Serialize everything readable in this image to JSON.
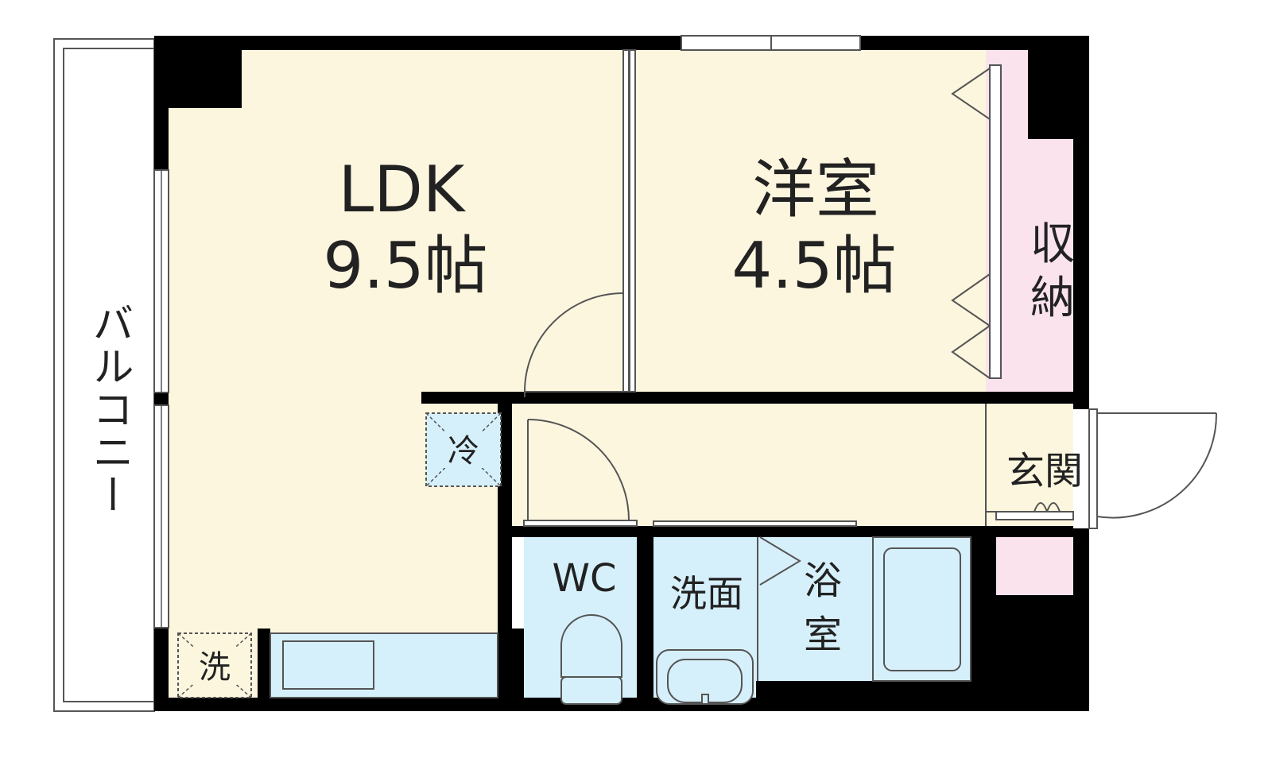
{
  "colors": {
    "wall": "#000000",
    "floor": "#fdf6df",
    "wet_area": "#d6f0fb",
    "storage": "#fbe3ee",
    "line": "#555555"
  },
  "rooms": {
    "ldk": {
      "name": "LDK",
      "size": "9.5帖"
    },
    "western": {
      "name": "洋室",
      "size": "4.5帖"
    },
    "closet": {
      "line1": "収",
      "line2": "納"
    },
    "entrance": {
      "name": "玄関"
    },
    "wc": {
      "name": "WC"
    },
    "washroom": {
      "name": "洗面"
    },
    "bath": {
      "line1": "浴",
      "line2": "室"
    },
    "balcony": {
      "name": "バルコニー"
    }
  },
  "fixtures": {
    "fridge": "冷",
    "washer": "洗"
  }
}
